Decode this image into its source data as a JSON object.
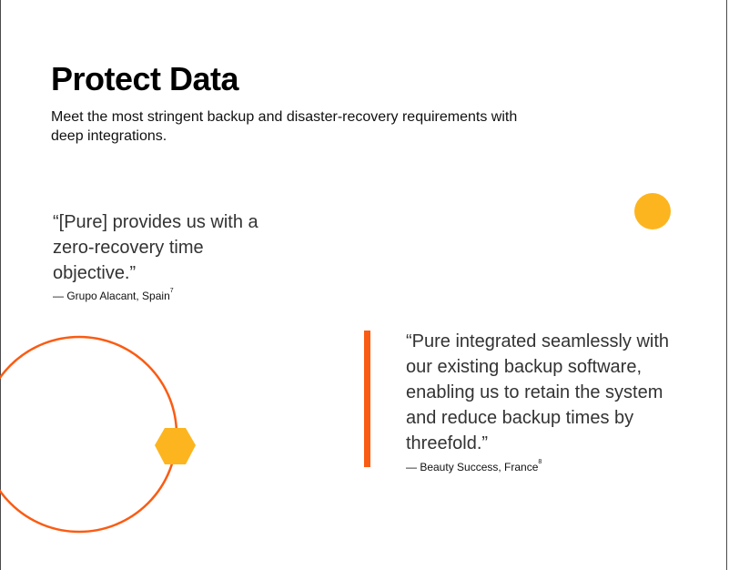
{
  "header": {
    "title": "Protect Data",
    "subtitle": "Meet the most stringent backup and disaster-recovery requirements with deep integrations."
  },
  "quotes": [
    {
      "text": "“[Pure] provides us with a zero-recovery time objective.”",
      "attribution": "— Grupo Alacant, Spain",
      "footnote": "7"
    },
    {
      "text": "“Pure integrated seamlessly with our existing backup software, enabling us to retain the system and reduce backup times by threefold.”",
      "attribution": "— Beauty Success, France",
      "footnote": "8"
    }
  ],
  "colors": {
    "accent_orange": "#fa5c13",
    "accent_yellow": "#fdb51f",
    "text_dark": "#000000",
    "text_quote": "#333333"
  }
}
